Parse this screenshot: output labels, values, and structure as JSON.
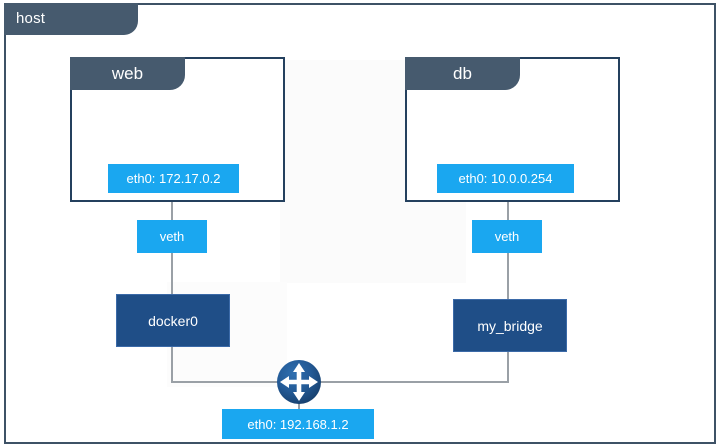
{
  "host": {
    "tab_label": "host"
  },
  "containers": [
    {
      "name": "web",
      "interface": "eth0: 172.17.0.2",
      "veth": "veth",
      "bridge": "docker0"
    },
    {
      "name": "db",
      "interface": "eth0: 10.0.0.254",
      "veth": "veth",
      "bridge": "my_bridge"
    }
  ],
  "router": {
    "icon": "router-icon"
  },
  "host_interface": {
    "label": "eth0: 192.168.1.2"
  },
  "colors": {
    "frame": "#3e5266",
    "tab": "#465a6e",
    "container_border": "#24405e",
    "interface": "#1aa7f0",
    "bridge": "#1f4e87",
    "line": "#9aa0a6"
  }
}
